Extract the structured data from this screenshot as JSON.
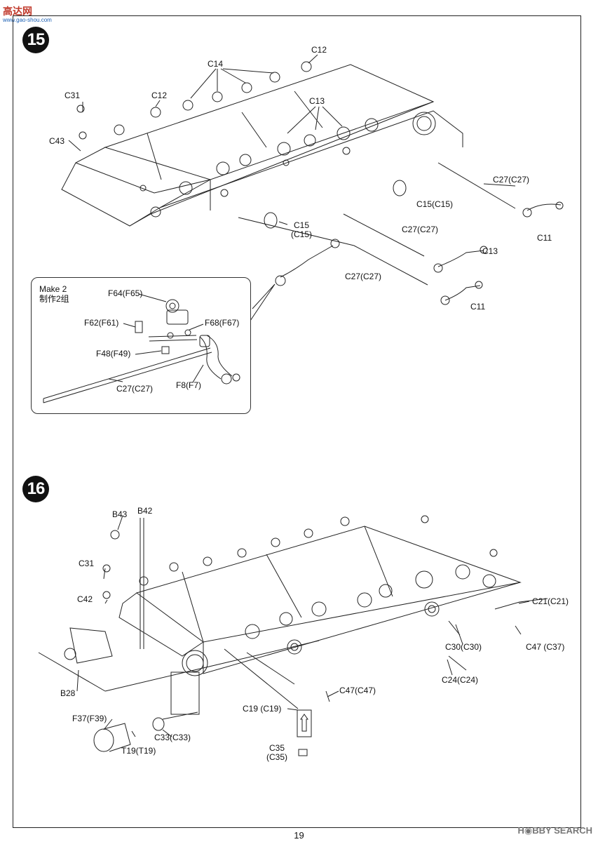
{
  "site_logo": {
    "text": "高达网",
    "subtext": "www.gao-shou.com"
  },
  "watermark": {
    "text": "H◉BBY SEARCH"
  },
  "page_number": "19",
  "step15": {
    "number": "15",
    "labels": {
      "c14": "C14",
      "c12_top": "C12",
      "c12_left": "C12",
      "c31": "C31",
      "c43": "C43",
      "c13_top": "C13",
      "c27_right": "C27(C27)",
      "c15_right": "C15(C15)",
      "c11_right": "C11",
      "c15_mid_a": "C15",
      "c15_mid_b": "(C15)",
      "c27_mid": "C27(C27)",
      "c13_mid": "C13",
      "c27_low": "C27(C27)",
      "c11_low": "C11"
    },
    "make_box": {
      "title": "Make 2",
      "subtitle": "制作2组",
      "labels": {
        "f64": "F64(F65)",
        "f62": "F62(F61)",
        "f68": "F68(F67)",
        "f48": "F48(F49)",
        "c27": "C27(C27)",
        "f8": "F8(F7)"
      }
    }
  },
  "step16": {
    "number": "16",
    "labels": {
      "b43": "B43",
      "b42": "B42",
      "c31": "C31",
      "c42": "C42",
      "b28": "B28",
      "c21": "C21(C21)",
      "c30": "C30(C30)",
      "c47_right": "C47 (C37)",
      "c24": "C24(C24)",
      "c47_mid": "C47(C47)",
      "c19": "C19 (C19)",
      "c35_a": "C35",
      "c35_b": "(C35)",
      "f37": "F37(F39)",
      "c33": "C33(C33)",
      "t19": "T19(T19)"
    }
  }
}
